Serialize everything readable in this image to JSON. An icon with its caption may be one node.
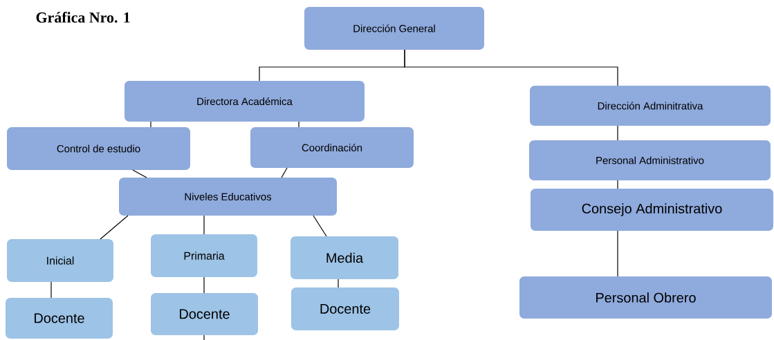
{
  "diagram": {
    "title": "Gráfica Nro. 1",
    "nodes": [
      {
        "text": [
          "Dirección General"
        ]
      },
      {
        "text": [
          "Directora Académica"
        ]
      },
      {
        "text": [
          "Control de estudio"
        ]
      },
      {
        "text": [
          "Coordinación"
        ]
      },
      {
        "text": [
          "Niveles Educativos"
        ]
      },
      {
        "text": [
          "Inicial"
        ]
      },
      {
        "text": [
          "Primaria"
        ]
      },
      {
        "text": [
          "Media"
        ]
      },
      {
        "text": [
          "Docente"
        ]
      },
      {
        "text": [
          "Docente"
        ]
      },
      {
        "text": [
          "Docente"
        ]
      },
      {
        "text": [
          "Dirección Adminitrativa"
        ]
      },
      {
        "text": [
          "Personal Administrativo"
        ]
      },
      {
        "text": [
          "Consejo Administrativo"
        ]
      },
      {
        "text": [
          "Personal Obrero"
        ]
      }
    ],
    "edges": [
      {
        "from": 0,
        "to": 1,
        "arrow": "none"
      },
      {
        "from": 0,
        "to": 11,
        "arrow": "none"
      },
      {
        "from": 1,
        "to": 2,
        "arrow": "none"
      },
      {
        "from": 1,
        "to": 3,
        "arrow": "none"
      },
      {
        "from": 2,
        "to": 4,
        "arrow": "none"
      },
      {
        "from": 3,
        "to": 4,
        "arrow": "none"
      },
      {
        "from": 4,
        "to": 5,
        "arrow": "none"
      },
      {
        "from": 4,
        "to": 6,
        "arrow": "none"
      },
      {
        "from": 4,
        "to": 7,
        "arrow": "none"
      },
      {
        "from": 5,
        "to": 8,
        "arrow": "none"
      },
      {
        "from": 6,
        "to": 9,
        "arrow": "none"
      },
      {
        "from": 7,
        "to": 10,
        "arrow": "none"
      },
      {
        "from": 11,
        "to": 12,
        "arrow": "none"
      },
      {
        "from": 12,
        "to": 13,
        "arrow": "none"
      },
      {
        "from": 13,
        "to": 14,
        "arrow": "none"
      },
      {
        "from": 9,
        "to": null,
        "arrow": "none"
      }
    ]
  }
}
